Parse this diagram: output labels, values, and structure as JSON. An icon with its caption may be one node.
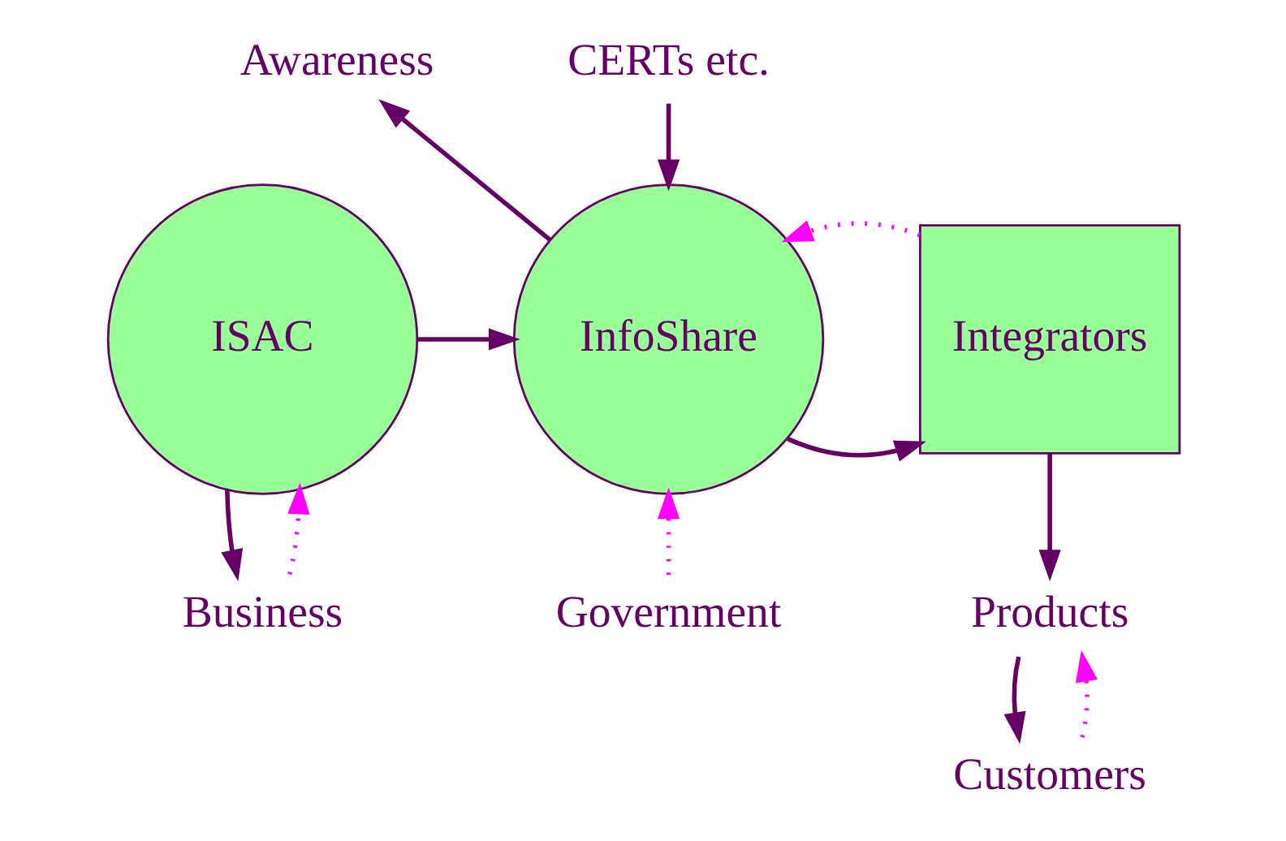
{
  "diagram": {
    "nodes": [
      {
        "text": [
          "ISAC"
        ]
      },
      {
        "text": [
          "InfoShare"
        ]
      },
      {
        "text": [
          "Integrators"
        ]
      },
      {
        "text": [
          "CERTs etc."
        ]
      },
      {
        "text": [
          "Awareness"
        ]
      },
      {
        "text": [
          "Business"
        ]
      },
      {
        "text": [
          "Government"
        ]
      },
      {
        "text": [
          "Products"
        ]
      },
      {
        "text": [
          "Customers"
        ]
      }
    ],
    "edges": [
      {
        "from": 0,
        "to": 1,
        "arrow": "to"
      },
      {
        "from": 3,
        "to": 1,
        "arrow": "to"
      },
      {
        "from": 1,
        "to": 4,
        "arrow": "to"
      },
      {
        "from": 1,
        "to": 2,
        "arrow": "to"
      },
      {
        "from": 2,
        "to": 1,
        "arrow": "to",
        "style": "dashed",
        "color": "#ff00ff"
      },
      {
        "from": 0,
        "to": 5,
        "arrow": "to"
      },
      {
        "from": 5,
        "to": 0,
        "arrow": "to",
        "style": "dashed",
        "color": "#ff00ff"
      },
      {
        "from": 6,
        "to": 1,
        "arrow": "to",
        "style": "dashed",
        "color": "#ff00ff"
      },
      {
        "from": 2,
        "to": 7,
        "arrow": "to"
      },
      {
        "from": 7,
        "to": 8,
        "arrow": "to"
      },
      {
        "from": 8,
        "to": 7,
        "arrow": "to",
        "style": "dashed",
        "color": "#ff00ff"
      }
    ]
  }
}
